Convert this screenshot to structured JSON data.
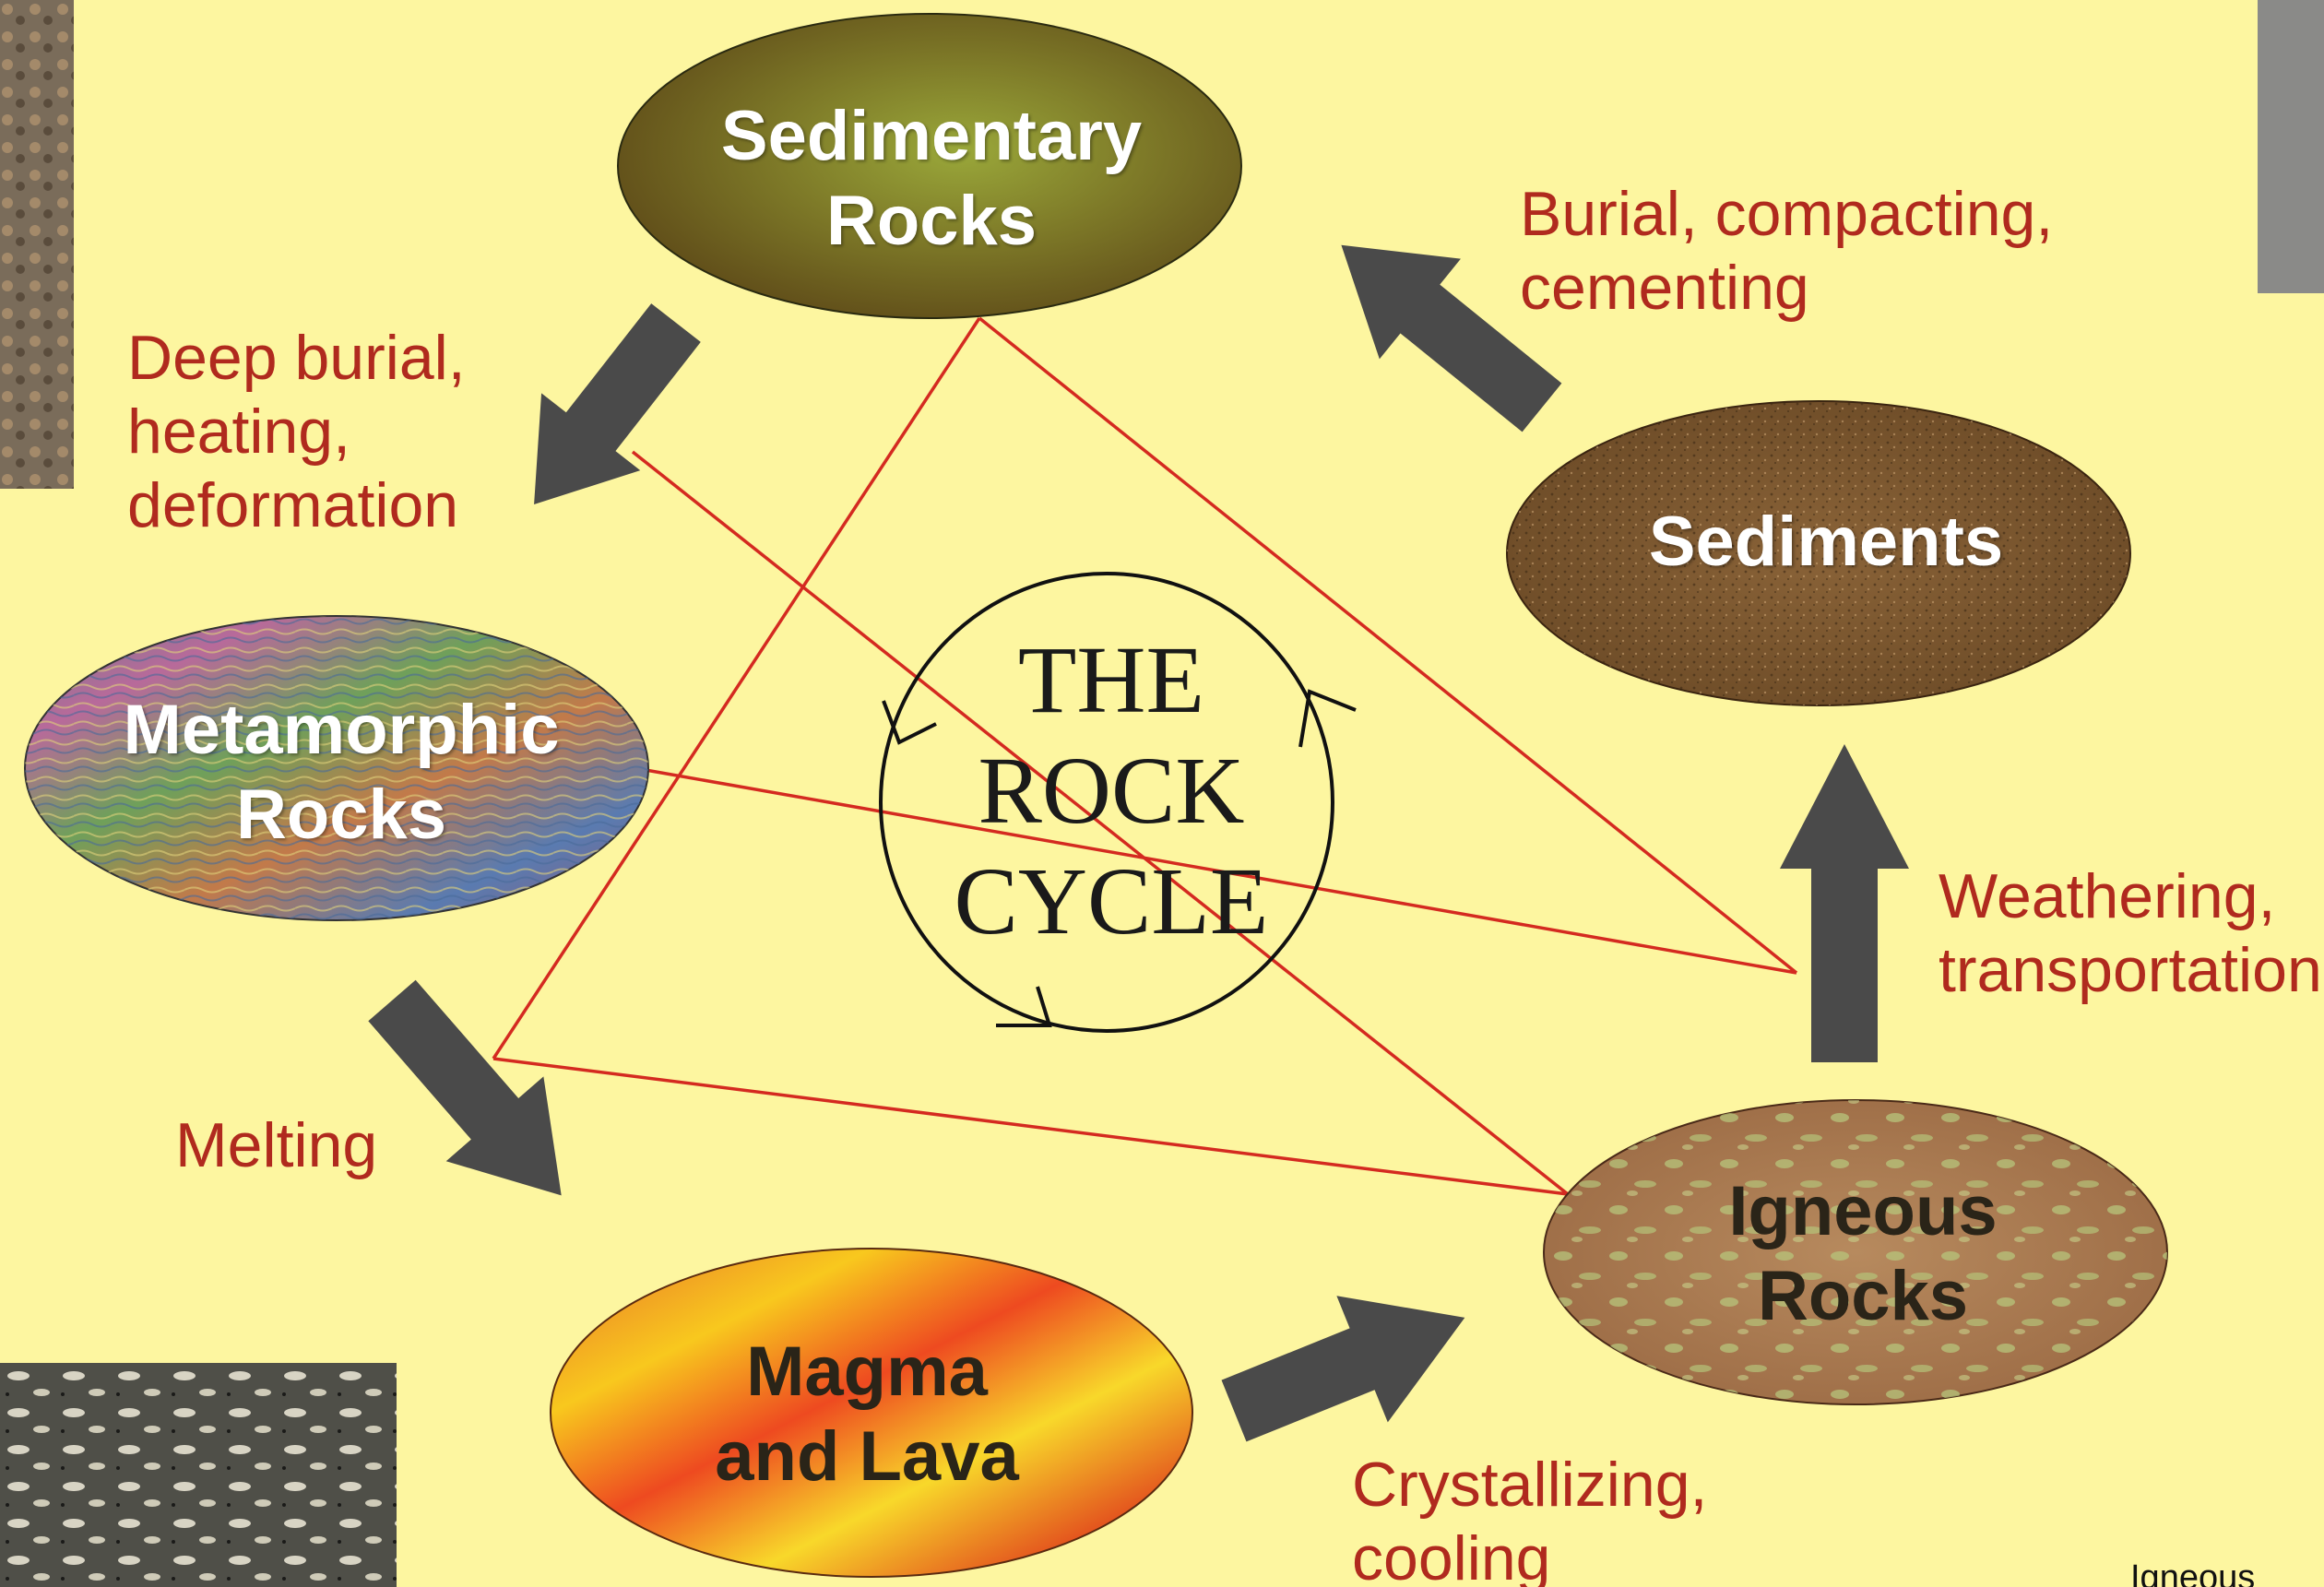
{
  "title": {
    "line1": "THE",
    "line2": "ROCK",
    "line3": "CYCLE"
  },
  "nodes": {
    "sedimentary": {
      "line1": "Sedimentary",
      "line2": "Rocks"
    },
    "sediments": {
      "line1": "Sediments"
    },
    "metamorphic": {
      "line1": "Metamorphic",
      "line2": "Rocks"
    },
    "magma": {
      "line1": "Magma",
      "line2": "and Lava"
    },
    "igneous": {
      "line1": "Igneous",
      "line2": "Rocks"
    }
  },
  "processes": {
    "burial": {
      "line1": "Burial, compacting,",
      "line2": "cementing"
    },
    "deep_burial": {
      "line1": "Deep burial,",
      "line2": "heating,",
      "line3": "deformation"
    },
    "weathering": {
      "line1": "Weathering,",
      "line2": "transportation"
    },
    "melting": {
      "line1": "Melting"
    },
    "crystallizing": {
      "line1": "Crystallizing,",
      "line2": "cooling"
    }
  },
  "corner_caption": "Igneous",
  "colors": {
    "background": "#fdf6a0",
    "process_text": "#b02a1e",
    "arrow": "#4a4a4a",
    "connector_line": "#d42a20"
  },
  "icons": [
    "arrow-icon",
    "cycle-arrow-icon"
  ]
}
